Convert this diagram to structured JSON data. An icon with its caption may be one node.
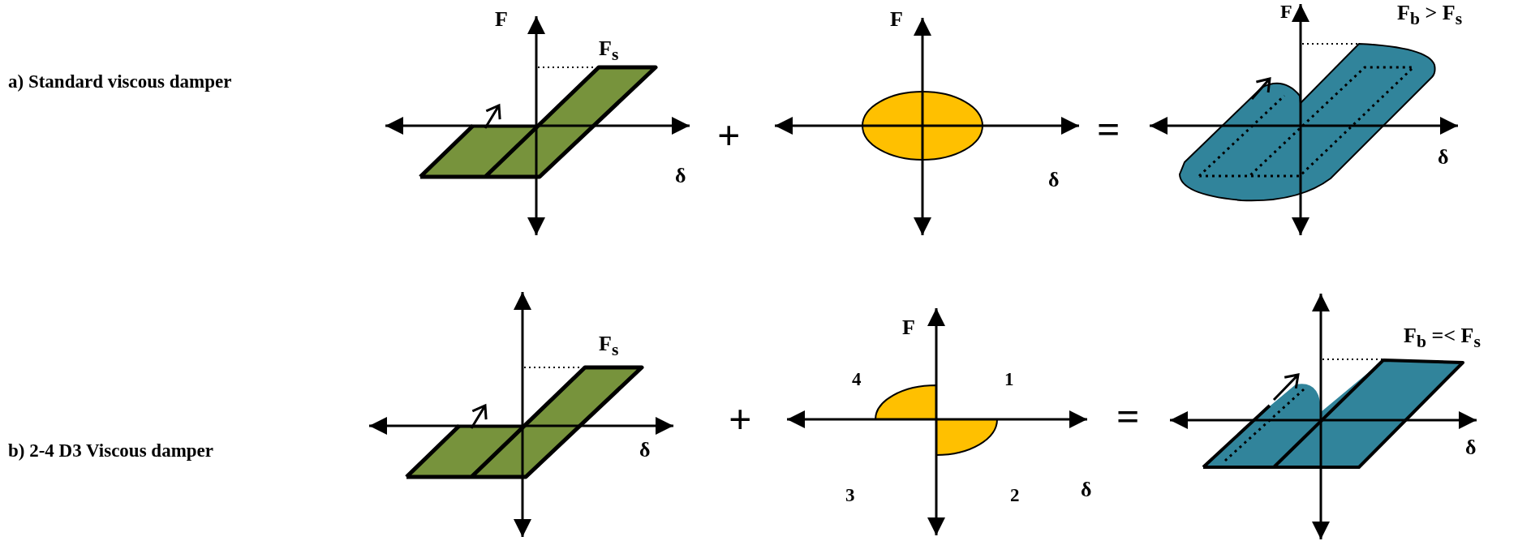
{
  "diagram": {
    "labels": [
      "F",
      "F$_{s}$",
      "F",
      "F",
      "F$_{b}$ > F$_{s}$",
      "a) Standard viscous damper",
      "+",
      "=",
      "δ",
      "δ",
      "δ",
      "F",
      "F$_{s}$",
      "F$_{b}$ =< F$_{s}$",
      "4",
      "1",
      "+",
      "b) 2-4 D3 Viscous damper",
      "=",
      "δ",
      "δ",
      "δ",
      "3",
      "2"
    ]
  }
}
